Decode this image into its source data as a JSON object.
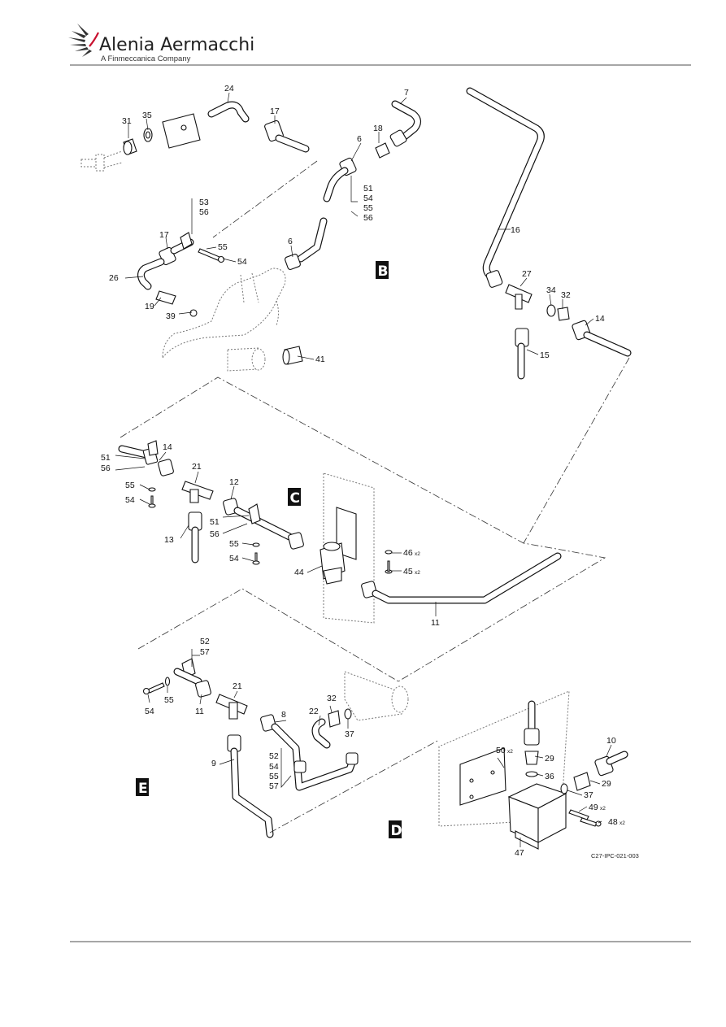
{
  "header": {
    "company_name": "Alenia Aermacchi",
    "company_subtitle": "A Finmeccanica Company"
  },
  "figure": {
    "drawing_code": "C27-IPC-021-003",
    "views": {
      "B": "B",
      "C": "C",
      "D": "D",
      "E": "E"
    },
    "quantity_marker": "x2",
    "callouts": {
      "b31": "31",
      "b35": "35",
      "b24": "24",
      "b17a": "17",
      "b7": "7",
      "b18": "18",
      "b6a": "6",
      "b51": "51",
      "b54a": "54",
      "b55a": "55",
      "b56a": "56",
      "b53": "53",
      "b56b": "56",
      "b17b": "17",
      "b55b": "55",
      "b54b": "54",
      "b6b": "6",
      "b26": "26",
      "b19": "19",
      "b39": "39",
      "b41": "41",
      "b16": "16",
      "b27": "27",
      "b34": "34",
      "b32": "32",
      "b14": "14",
      "b15": "15",
      "c51a": "51",
      "c56a": "56",
      "c14": "14",
      "c21": "21",
      "c55a": "55",
      "c54a": "54",
      "c12": "12",
      "c51b": "51",
      "c56b": "56",
      "c13": "13",
      "c55b": "55",
      "c54b": "54",
      "c46": "46",
      "c45": "45",
      "c44": "44",
      "c11": "11",
      "e52a": "52",
      "e57a": "57",
      "e21": "21",
      "e54": "54",
      "e55": "55",
      "e11": "11",
      "e32": "32",
      "e8": "8",
      "e22": "22",
      "e37": "37",
      "e9": "9",
      "e52b": "52",
      "e54b": "54",
      "e55b": "55",
      "e57b": "57",
      "d10": "10",
      "d50": "50",
      "d29a": "29",
      "d36": "36",
      "d29b": "29",
      "d37": "37",
      "d49": "49",
      "d48": "48",
      "d47": "47"
    }
  }
}
